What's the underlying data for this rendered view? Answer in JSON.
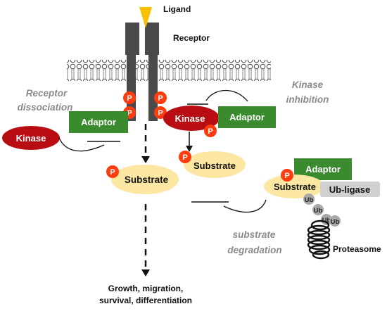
{
  "labels": {
    "ligand": "Ligand",
    "receptor": "Receptor",
    "receptor_dissociation_1": "Receptor",
    "receptor_dissociation_2": "dissociation",
    "kinase_inhibition_1": "Kinase",
    "kinase_inhibition_2": "inhibition",
    "substrate_degradation_1": "substrate",
    "substrate_degradation_2": "degradation",
    "outcome_1": "Growth, migration,",
    "outcome_2": "survival, differentiation",
    "proteasome": "Proteasome"
  },
  "nodes": {
    "kinase": "Kinase",
    "adaptor": "Adaptor",
    "substrate": "Substrate",
    "phospho": "P",
    "ub_ligase": "Ub-ligase",
    "ub": "Ub"
  },
  "colors": {
    "kinase": "#b80d12",
    "adaptor": "#3a8a2e",
    "substrate": "#fbe7a1",
    "phospho": "#ff3b10",
    "receptor": "#4a4a4a",
    "ligand": "#f8c000",
    "ub_ligase": "#d0d0d0",
    "ub": "#a8a8a8",
    "italic_gray": "#8a8a8a"
  }
}
